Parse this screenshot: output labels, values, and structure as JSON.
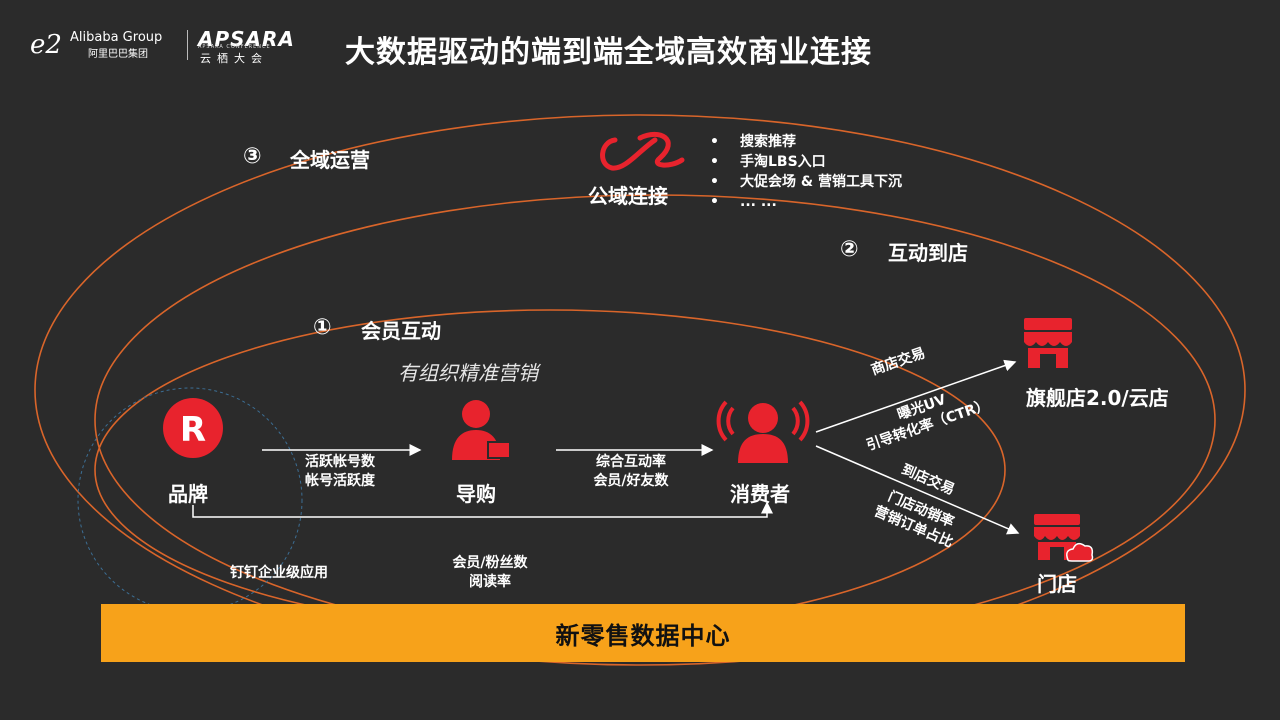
{
  "header": {
    "brand_name": "Alibaba Group",
    "brand_cn": "阿里巴巴集团",
    "event_name": "APSARA",
    "event_sub": "APSARA CONFERENCE",
    "event_cn": "云栖大会",
    "title": "大数据驱动的端到端全域高效商业连接"
  },
  "sections": {
    "s3": {
      "num": "③",
      "label": "全域运营"
    },
    "s2": {
      "num": "②",
      "label": "互动到店"
    },
    "s1": {
      "num": "①",
      "label": "会员互动"
    }
  },
  "public_domain": {
    "label": "公域连接",
    "items": [
      "搜索推荐",
      "手淘LBS入口",
      "大促会场 & 营销工具下沉",
      "... ..."
    ]
  },
  "note": "有组织精准营销",
  "nodes": {
    "brand": "品牌",
    "guide": "导购",
    "consumer": "消费者",
    "flagship": "旗舰店2.0/云店",
    "store": "门店"
  },
  "edges": {
    "brand_guide": [
      "活跃帐号数",
      "帐号活跃度"
    ],
    "guide_consumer": [
      "综合互动率",
      "会员/好友数"
    ],
    "to_flagship_top": "商店交易",
    "to_flagship_bottom": [
      "曝光UV",
      "引导转化率（CTR）"
    ],
    "to_store_top": "到店交易",
    "to_store_bottom": [
      "门店动销率",
      "营销订单占比"
    ]
  },
  "bottom_notes": {
    "dingtalk": "钉钉企业级应用",
    "members": [
      "会员/粉丝数",
      "阅读率"
    ]
  },
  "footer_bar": "新零售数据中心",
  "colors": {
    "background": "#2b2b2b",
    "accent_red": "#e8232d",
    "orbit_orange": "#d9652a",
    "bar_orange": "#f7a21a"
  }
}
